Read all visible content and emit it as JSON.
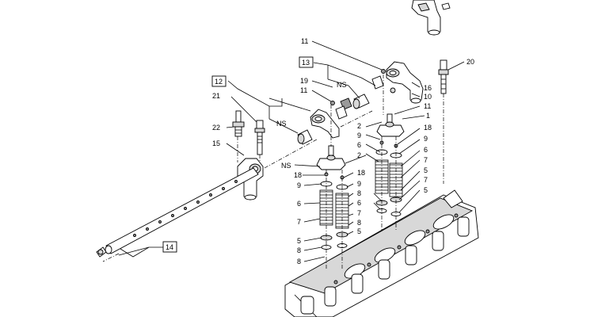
{
  "diagram": {
    "callouts": {
      "c11_top": "11",
      "c20": "20",
      "c13": "13",
      "c19": "19",
      "ns_top": "NS",
      "c11_mid": "11",
      "c16": "16",
      "c10": "10",
      "c11_right": "11",
      "c12": "12",
      "c21": "21",
      "ns_left": "NS",
      "c22": "22",
      "c15": "15",
      "c1": "1",
      "c2_a": "2",
      "c18_r": "18",
      "c9_a": "9",
      "c9_r": "9",
      "c6_a": "6",
      "c6_r": "6",
      "c2_b": "2",
      "c7_r": "7",
      "ns_mid": "NS",
      "c5_r": "5",
      "c18_l": "18",
      "c18_m": "18",
      "c7_r2": "7",
      "c9_l": "9",
      "c9_m": "9",
      "c5_r2": "5",
      "c8_a": "8",
      "c6_l": "6",
      "c6_m": "6",
      "c7_l": "7",
      "c7_m": "7",
      "c8_b": "8",
      "c5_l": "5",
      "c5_m": "5",
      "c8_l": "8",
      "c14": "14",
      "c8_l2": "8"
    }
  }
}
